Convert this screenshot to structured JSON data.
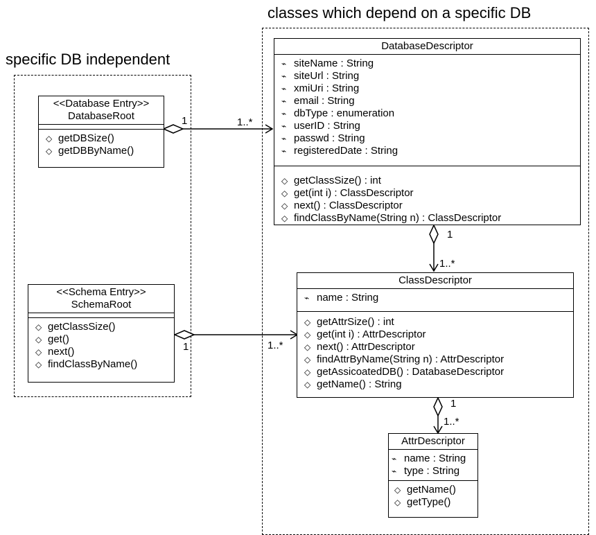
{
  "headings": {
    "right": "classes which depend on a specific DB",
    "left": "specific DB independent"
  },
  "classes": {
    "database_root": {
      "stereotype": "<<Database Entry>>",
      "name": "DatabaseRoot",
      "operations": [
        "getDBSize()",
        "getDBByName()"
      ]
    },
    "schema_root": {
      "stereotype": "<<Schema Entry>>",
      "name": "SchemaRoot",
      "operations": [
        "getClassSize()",
        "get()",
        "next()",
        "findClassByName()"
      ]
    },
    "database_descriptor": {
      "name": "DatabaseDescriptor",
      "attributes": [
        "siteName : String",
        "siteUrl : String",
        "xmiUri : String",
        "email : String",
        "dbType : enumeration",
        "userID : String",
        "passwd : String",
        "registeredDate : String"
      ],
      "operations": [
        "getClassSize() : int",
        "get(int i) : ClassDescriptor",
        "next() : ClassDescriptor",
        "findClassByName(String n) : ClassDescriptor"
      ]
    },
    "class_descriptor": {
      "name": "ClassDescriptor",
      "attributes": [
        "name : String"
      ],
      "operations": [
        "getAttrSize() : int",
        "get(int i) : AttrDescriptor",
        "next() : AttrDescriptor",
        "findAttrByName(String n) : AttrDescriptor",
        "getAssicoatedDB() : DatabaseDescriptor",
        "getName() : String"
      ]
    },
    "attr_descriptor": {
      "name": "AttrDescriptor",
      "attributes": [
        "name : String",
        "type : String"
      ],
      "operations": [
        "getName()",
        "getType()"
      ]
    }
  },
  "multiplicities": {
    "dbroot_one": "1",
    "dbroot_many": "1..*",
    "schema_one": "1",
    "schema_many": "1..*",
    "dbdesc_one": "1",
    "dbdesc_many": "1..*",
    "classdesc_one": "1",
    "classdesc_many": "1..*"
  }
}
